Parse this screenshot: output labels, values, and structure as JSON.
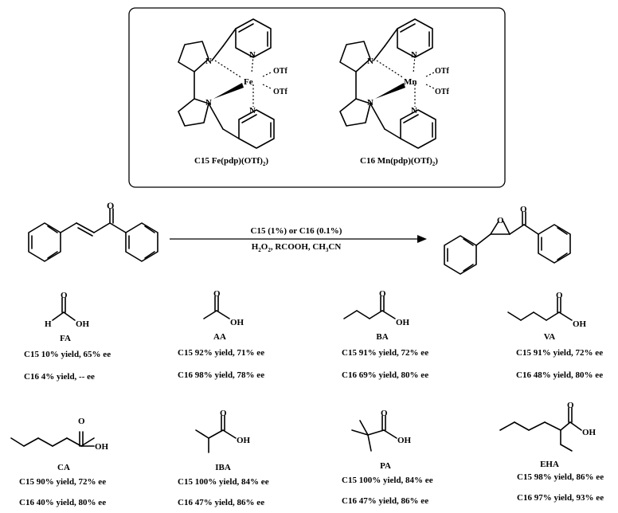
{
  "catalysts": [
    {
      "label": "C15 Fe(pdp)(OTf)",
      "subscript": "2",
      "metal": "Fe",
      "ligand1": "OTf",
      "ligand2": "OTf",
      "n_label": "N"
    },
    {
      "label": "C16 Mn(pdp)(OTf)",
      "subscript": "2",
      "metal": "Mn",
      "ligand1": "OTf",
      "ligand2": "OTf",
      "n_label": "N"
    }
  ],
  "reaction": {
    "catalyst_line": "C15 (1%) or C16 (0.1%)",
    "conditions_parts": [
      "H",
      "2",
      "O",
      "2",
      ", RCOOH, CH",
      "3",
      "CN"
    ],
    "carbonyl_o": "O",
    "epoxide_o": "O"
  },
  "acids": [
    {
      "abbr": "FA",
      "h_label": "H",
      "oh": "OH",
      "o": "O",
      "c15": "C15 10% yield, 65% ee",
      "c16": "C16 4% yield, -- ee"
    },
    {
      "abbr": "AA",
      "oh": "OH",
      "o": "O",
      "c15": "C15 92% yield, 71% ee",
      "c16": "C16 98% yield, 78% ee"
    },
    {
      "abbr": "BA",
      "oh": "OH",
      "o": "O",
      "c15": "C15 91% yield, 72% ee",
      "c16": "C16 69% yield, 80% ee"
    },
    {
      "abbr": "VA",
      "oh": "OH",
      "o": "O",
      "c15": "C15 91% yield, 72% ee",
      "c16": "C16 48% yield, 80% ee"
    },
    {
      "abbr": "CA",
      "oh": "OH",
      "o": "O",
      "c15": "C15 90% yield, 72% ee",
      "c16": "C16 40% yield, 80% ee"
    },
    {
      "abbr": "IBA",
      "oh": "OH",
      "o": "O",
      "c15": "C15 100% yield, 84% ee",
      "c16": "C16 47% yield, 86% ee"
    },
    {
      "abbr": "PA",
      "oh": "OH",
      "o": "O",
      "c15": "C15 100% yield, 84% ee",
      "c16": "C16 47% yield, 86% ee"
    },
    {
      "abbr": "EHA",
      "oh": "OH",
      "o": "O",
      "c15": "C15 98% yield, 86% ee",
      "c16": "C16 97% yield, 93% ee"
    }
  ]
}
